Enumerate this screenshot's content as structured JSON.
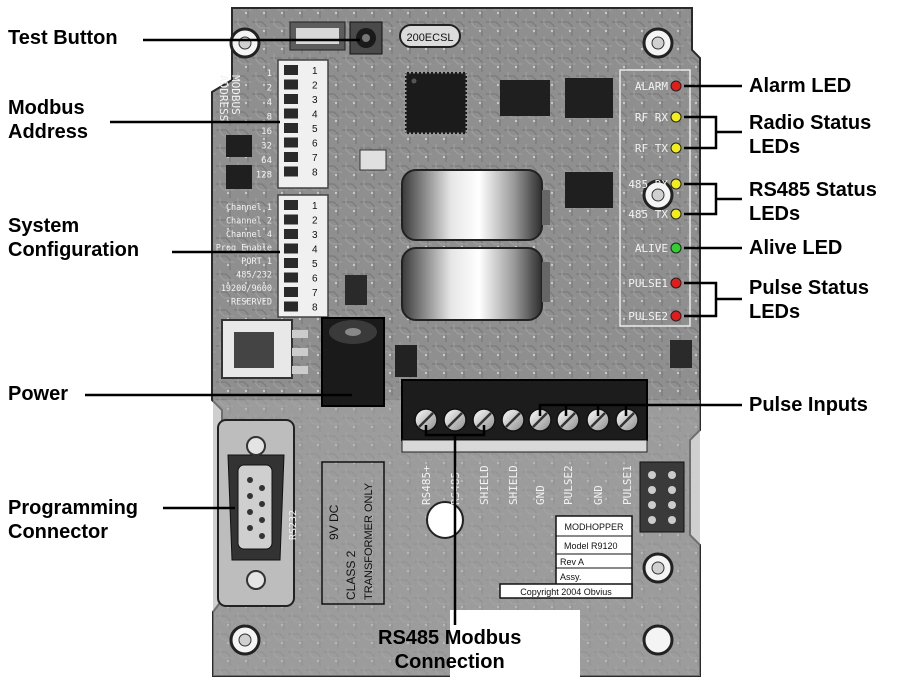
{
  "labels": {
    "test_button": "Test Button",
    "modbus_address": "Modbus\nAddress",
    "system_configuration": "System\nConfiguration",
    "power": "Power",
    "programming_connector": "Programming\nConnector",
    "rs485_modbus_connection": "RS485 Modbus\nConnection",
    "alarm_led": "Alarm LED",
    "radio_status_leds": "Radio Status\nLEDs",
    "rs485_status_leds": "RS485 Status\nLEDs",
    "alive_led": "Alive LED",
    "pulse_status_leds": "Pulse Status\nLEDs",
    "pulse_inputs": "Pulse Inputs"
  },
  "board": {
    "led_labels": [
      "ALARM",
      "RF RX",
      "RF TX",
      "485 RX",
      "485 TX",
      "ALIVE",
      "PULSE1",
      "PULSE2"
    ],
    "led_colors": {
      "red": "#e41b1b",
      "yellow": "#f2ee1a",
      "green": "#2ed12e"
    },
    "terminal_labels": [
      "RS485+",
      "RS485-",
      "SHIELD",
      "SHIELD",
      "GND",
      "PULSE2",
      "GND",
      "PULSE1"
    ],
    "dip_address_silk": [
      "MODBUS",
      "ADDRESS"
    ],
    "dip_address_values": [
      "1",
      "2",
      "4",
      "8",
      "16",
      "32",
      "64",
      "128"
    ],
    "config_silk": [
      "Channel 1",
      "Channel 2",
      "Channel 4",
      "Prog Enable",
      "PORT 1",
      "485/232",
      "19200/9600",
      "RESERVED"
    ],
    "switch_numbers": [
      "1",
      "2",
      "3",
      "4",
      "5",
      "6",
      "7",
      "8"
    ],
    "chip_marking": "200ECSL",
    "side_text": [
      "9V DC",
      "CLASS 2",
      "TRANSFORMER ONLY"
    ],
    "rs232_silk": "RS232",
    "product_label": {
      "title": "MODHOPPER",
      "model": "Model R9120",
      "rev": "Rev A",
      "assy": "Assy.",
      "copyright": "Copyright 2004 Obvius"
    }
  }
}
